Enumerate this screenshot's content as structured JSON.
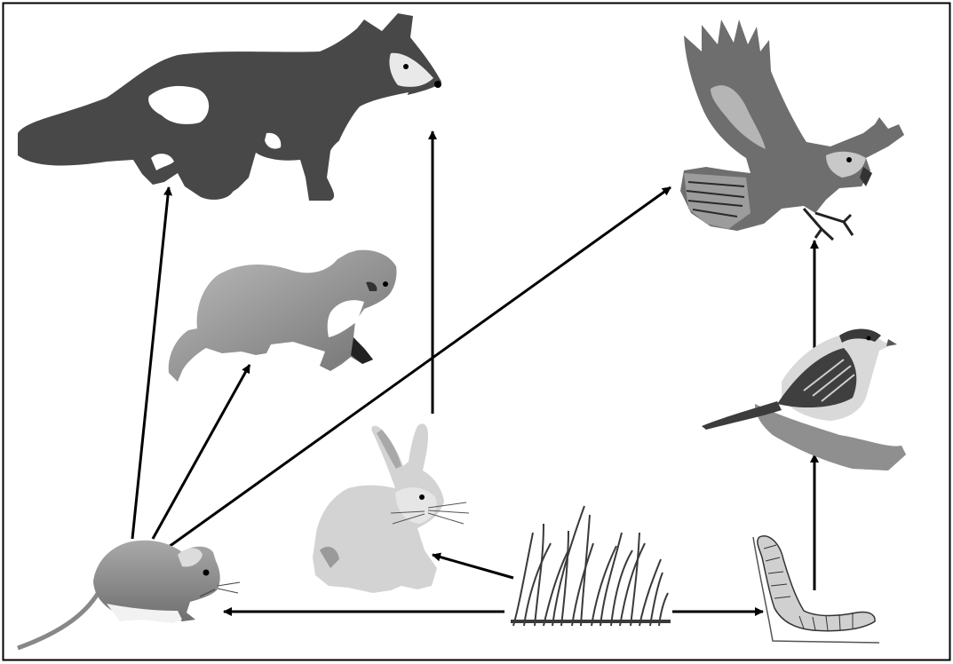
{
  "diagram": {
    "type": "food-web",
    "organisms": [
      {
        "id": "fox",
        "icon": "fox-icon"
      },
      {
        "id": "hawk",
        "icon": "hawk-icon"
      },
      {
        "id": "weasel",
        "icon": "weasel-icon"
      },
      {
        "id": "sparrow",
        "icon": "sparrow-icon"
      },
      {
        "id": "rabbit",
        "icon": "rabbit-icon"
      },
      {
        "id": "mouse",
        "icon": "mouse-icon"
      },
      {
        "id": "grass",
        "icon": "grass-icon"
      },
      {
        "id": "caterpillar",
        "icon": "caterpillar-icon"
      }
    ],
    "links": [
      {
        "from": "grass",
        "to": "mouse"
      },
      {
        "from": "grass",
        "to": "rabbit"
      },
      {
        "from": "grass",
        "to": "caterpillar"
      },
      {
        "from": "caterpillar",
        "to": "sparrow"
      },
      {
        "from": "sparrow",
        "to": "hawk"
      },
      {
        "from": "mouse",
        "to": "fox"
      },
      {
        "from": "mouse",
        "to": "weasel"
      },
      {
        "from": "mouse",
        "to": "hawk"
      },
      {
        "from": "rabbit",
        "to": "fox"
      }
    ],
    "colors": {
      "ink": "#000000",
      "dark": "#4a4a4a",
      "mid": "#8c8c8c",
      "light": "#cfcfcf",
      "border": "#000000"
    }
  }
}
